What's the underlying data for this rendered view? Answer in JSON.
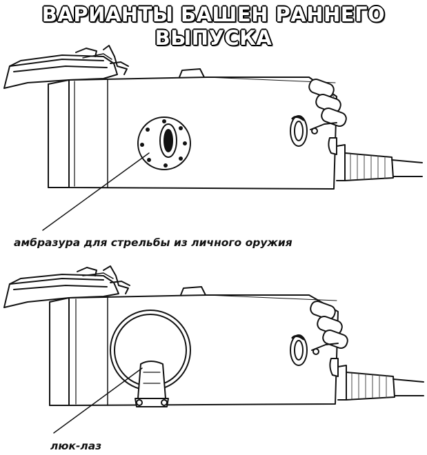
{
  "title": "ВАРИАНТЫ БАШЕН РАННЕГО ВЫПУСКА",
  "variants": [
    {
      "id": "pistol-port",
      "caption": "амбразура для стрельбы из личного оружия"
    },
    {
      "id": "escape-hatch",
      "caption": "люк-лаз"
    }
  ]
}
